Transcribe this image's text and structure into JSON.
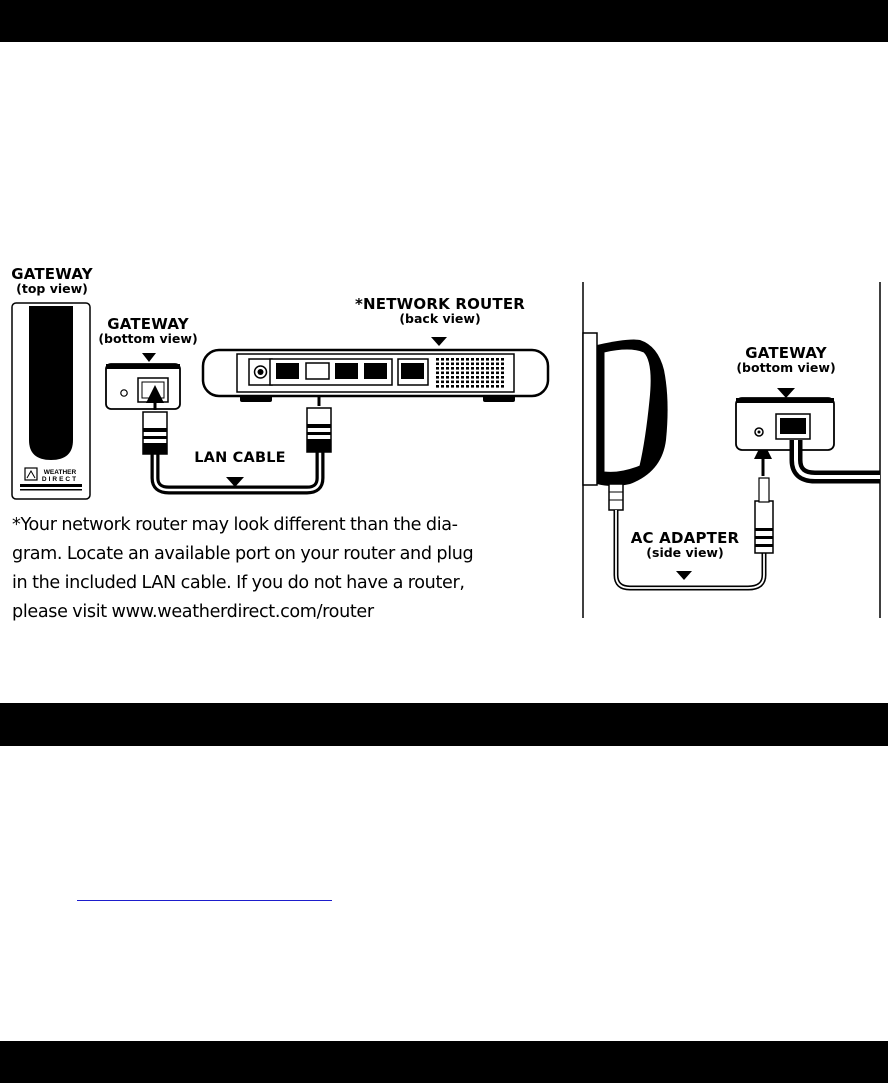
{
  "gateway_top": {
    "title": "GATEWAY",
    "subtitle": "(top view)"
  },
  "gateway_bottom_left": {
    "title": "GATEWAY",
    "subtitle": "(bottom view)"
  },
  "router": {
    "title": "*NETWORK ROUTER",
    "subtitle": "(back view)"
  },
  "lan_cable": {
    "label": "LAN CABLE"
  },
  "gateway_bottom_right": {
    "title": "GATEWAY",
    "subtitle": "(bottom view)"
  },
  "ac_adapter": {
    "title": "AC ADAPTER",
    "subtitle": "(side view)"
  },
  "logo": {
    "line1": "WEATHER",
    "line2": "DIRECT"
  },
  "footnote": {
    "marker": "*",
    "line1": "Your network router may look different than the dia-",
    "line2": "gram. Locate an available port on your router and plug",
    "line3": "in the included LAN cable. If you do not have a router,",
    "line4": "please visit www.weatherdirect.com/router"
  },
  "colors": {
    "bar": "#000000",
    "link": "#1d1dcc"
  }
}
